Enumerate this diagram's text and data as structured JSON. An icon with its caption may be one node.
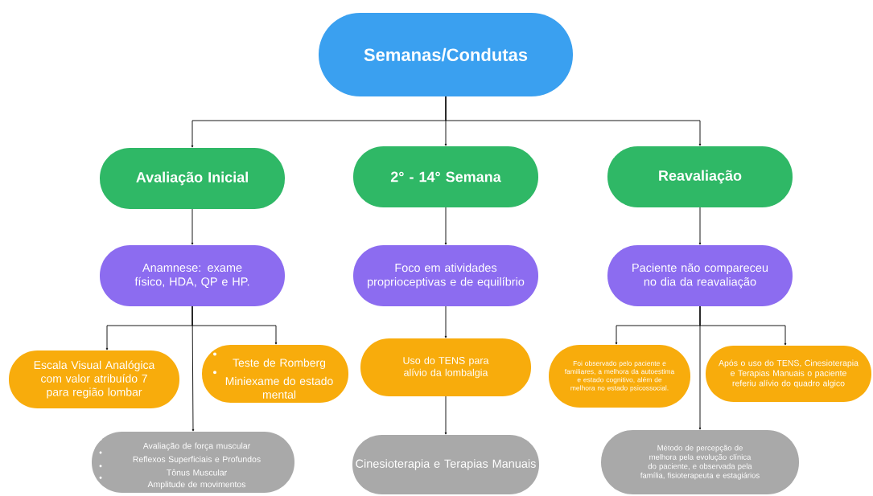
{
  "diagram": {
    "nodes": [
      {
        "text": [
          "Semanas/Condutas"
        ]
      },
      {
        "text": [
          "Avaliação Inicial"
        ]
      },
      {
        "text": [
          "2° - 14° Semana"
        ]
      },
      {
        "text": [
          "Reavaliação"
        ]
      },
      {
        "text": [
          "Anamnese: exame físico, HDA, QP e HP."
        ]
      },
      {
        "text": [
          "Foco em atividades proprioceptivas e de equilíbrio"
        ]
      },
      {
        "text": [
          "Paciente não compareceu no dia da reavaliação"
        ]
      },
      {
        "text": [
          "Escala Visual Analógica com valor atribuído 7 para região lombar"
        ]
      },
      {
        "text": [
          "Teste de Romberg",
          "Miniexame do estado mental"
        ]
      },
      {
        "text": [
          "Avaliação de força muscular",
          "Reflexos Superficiais e Profundos",
          "Tônus Muscular",
          "Amplitude de movimentos"
        ]
      },
      {
        "text": [
          "Uso do TENS para alívio da lombalgia"
        ]
      },
      {
        "text": [
          "Cinesioterapia e Terapias Manuais"
        ]
      },
      {
        "text": [
          "Foi observado pelo paciente e familiares, a melhora da autoestima e estado cognitivo, além de melhora no estado psicossocial."
        ]
      },
      {
        "text": [
          "Após o uso do TENS, Cinesioterapia e Terapias Manuais o paciente referiu alívio do quadro algico"
        ]
      },
      {
        "text": [
          "Método de percepção de melhora pela evolução clínica do paciente, e observada pela família, fisioterapeuta e estagiários"
        ]
      }
    ],
    "edges": [
      {
        "from": 0,
        "to": 1,
        "arrow": "to"
      },
      {
        "from": 0,
        "to": 2,
        "arrow": "to"
      },
      {
        "from": 0,
        "to": 3,
        "arrow": "to"
      },
      {
        "from": 1,
        "to": 4,
        "arrow": "to"
      },
      {
        "from": 2,
        "to": 5,
        "arrow": "to"
      },
      {
        "from": 3,
        "to": 6,
        "arrow": "to"
      },
      {
        "from": 4,
        "to": 7,
        "arrow": "to"
      },
      {
        "from": 4,
        "to": 8,
        "arrow": "to"
      },
      {
        "from": 4,
        "to": 9,
        "arrow": "to"
      },
      {
        "from": 5,
        "to": 10,
        "arrow": "to"
      },
      {
        "from": 10,
        "to": 11,
        "arrow": "to"
      },
      {
        "from": 6,
        "to": 12,
        "arrow": "to"
      },
      {
        "from": 6,
        "to": 13,
        "arrow": "to"
      },
      {
        "from": 6,
        "to": 14,
        "arrow": "to"
      }
    ]
  }
}
